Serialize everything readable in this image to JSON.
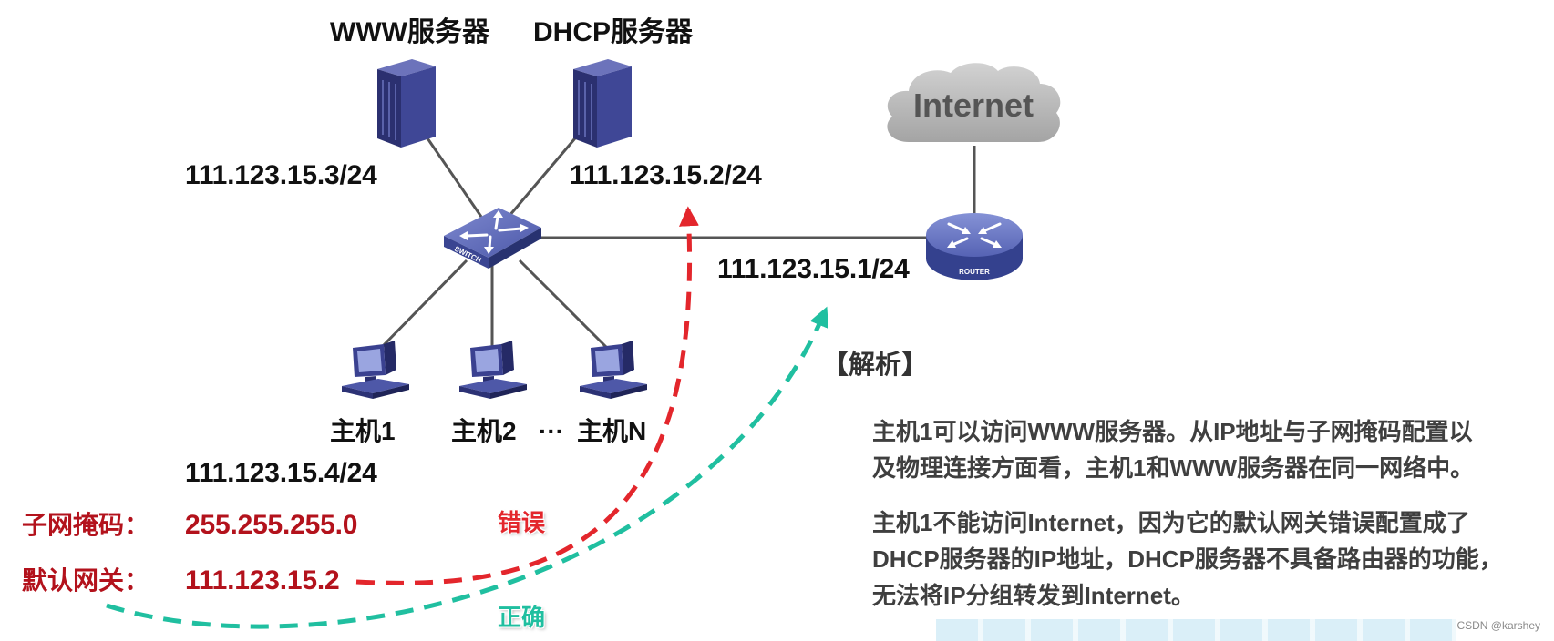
{
  "servers": {
    "www": {
      "title": "WWW服务器",
      "ip": "111.123.15.3/24"
    },
    "dhcp": {
      "title": "DHCP服务器",
      "ip": "111.123.15.2/24"
    }
  },
  "switch": {
    "label": "SWITCH"
  },
  "router": {
    "label": "ROUTER",
    "ip": "111.123.15.1/24"
  },
  "internet": {
    "label": "Internet"
  },
  "hosts": {
    "items": [
      {
        "label": "主机1"
      },
      {
        "label": "主机2"
      },
      {
        "label": "主机N"
      }
    ],
    "ellipsis": "···",
    "ip": "111.123.15.4/24"
  },
  "host_config": {
    "mask_label": "子网掩码：",
    "mask_value": "255.255.255.0",
    "gateway_label": "默认网关：",
    "gateway_value": "111.123.15.2"
  },
  "gateway_paths": {
    "wrong_label": "错误",
    "correct_label": "正确"
  },
  "analysis": {
    "heading": "【解析】",
    "paragraphs": [
      {
        "lines": [
          "主机1可以访问WWW服务器。从IP地址与子网掩码配置以",
          "及物理连接方面看，主机1和WWW服务器在同一网络中。"
        ]
      },
      {
        "lines": [
          "主机1不能访问Internet，因为它的默认网关错误配置成了",
          "DHCP服务器的IP地址，DHCP服务器不具备路由器的功能，",
          "无法将IP分组转发到Internet。"
        ]
      }
    ]
  },
  "watermark": "CSDN @karshey",
  "icons": {
    "server": "server-icon",
    "switch": "switch-icon",
    "router": "router-icon",
    "host": "pc-icon",
    "cloud": "cloud-icon"
  },
  "colors": {
    "text": "#111111",
    "config": "#b3121c",
    "wrong": "#e3262c",
    "correct": "#20bfa0",
    "analysis": "#3f3f3f",
    "device": "#3c438f",
    "link": "#555555",
    "cloud": "#b4b4b4"
  }
}
